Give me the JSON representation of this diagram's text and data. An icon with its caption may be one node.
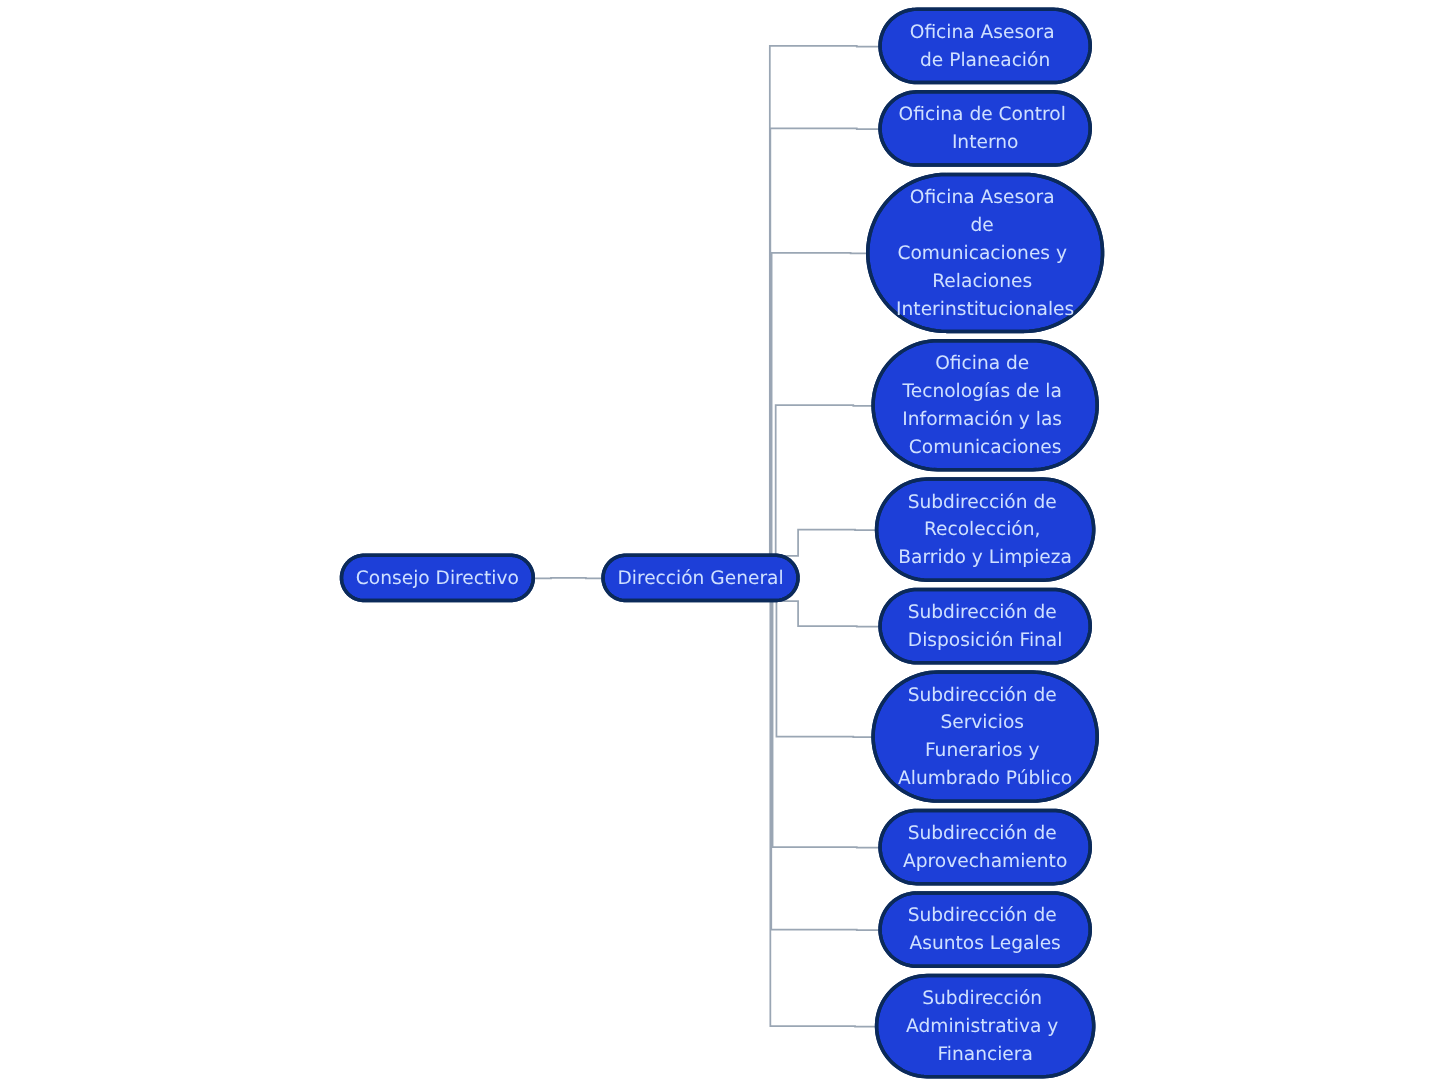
{
  "diagram": {
    "nodes": [
      {
        "text": [
          "Consejo Directivo"
        ]
      },
      {
        "text": [
          "Dirección General"
        ]
      },
      {
        "text": [
          "Oficina Asesora de Planeación"
        ]
      },
      {
        "text": [
          "Oficina de Control Interno"
        ]
      },
      {
        "text": [
          "Oficina Asesora de Comunicaciones y Relaciones Interinstitucionales"
        ]
      },
      {
        "text": [
          "Oficina de Tecnologías de la Información y las Comunicaciones"
        ]
      },
      {
        "text": [
          "Subdirección de Recolección, Barrido y Limpieza"
        ]
      },
      {
        "text": [
          "Subdirección de Disposición Final"
        ]
      },
      {
        "text": [
          "Subdirección de Servicios Funerarios y Alumbrado Público"
        ]
      },
      {
        "text": [
          "Subdirección de Aprovechamiento"
        ]
      },
      {
        "text": [
          "Subdirección de Asuntos Legales"
        ]
      },
      {
        "text": [
          "Subdirección Administrativa y Financiera"
        ]
      }
    ],
    "edges": [
      {
        "from": 0,
        "to": 1,
        "arrow": "none"
      },
      {
        "from": 1,
        "to": 2,
        "arrow": "none"
      },
      {
        "from": 1,
        "to": 3,
        "arrow": "none"
      },
      {
        "from": 1,
        "to": 4,
        "arrow": "none"
      },
      {
        "from": 1,
        "to": 5,
        "arrow": "none"
      },
      {
        "from": 1,
        "to": 6,
        "arrow": "none"
      },
      {
        "from": 1,
        "to": 7,
        "arrow": "none"
      },
      {
        "from": 1,
        "to": 8,
        "arrow": "none"
      },
      {
        "from": 1,
        "to": 9,
        "arrow": "none"
      },
      {
        "from": 1,
        "to": 10,
        "arrow": "none"
      },
      {
        "from": 1,
        "to": 11,
        "arrow": "none"
      }
    ]
  }
}
